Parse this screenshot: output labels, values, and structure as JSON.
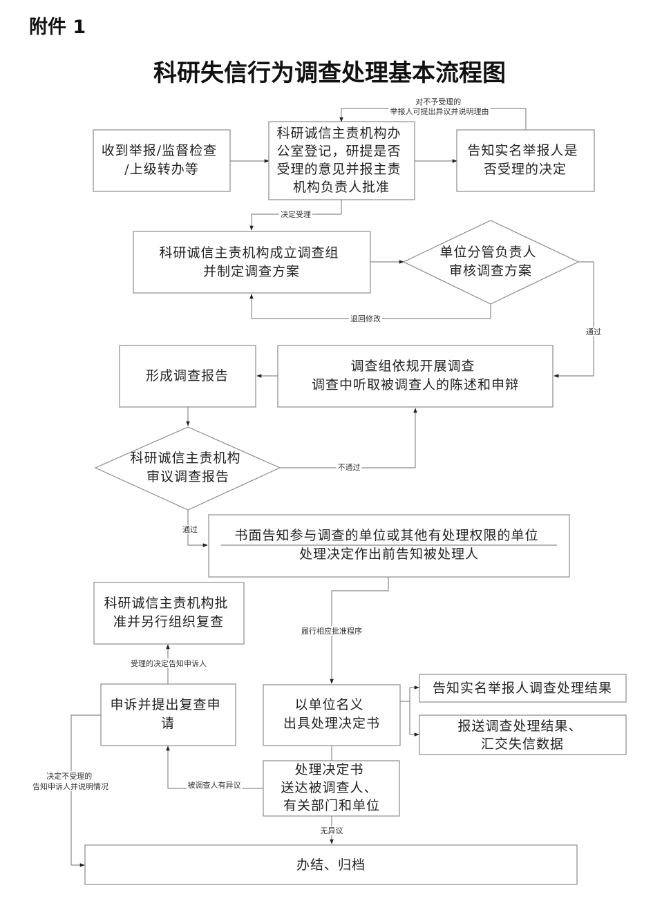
{
  "attachment_label": "附件 1",
  "title": "科研失信行为调查处理基本流程图",
  "nodes": {
    "receive": [
      "收到举报/监督检查",
      "/上级转办等"
    ],
    "register": [
      "科研诚信主责机构办",
      "公室登记，研提是否",
      "受理的意见并报主责",
      "机构负责人批准"
    ],
    "notify_decision": [
      "告知实名举报人是",
      "否受理的决定"
    ],
    "form_group": [
      "科研诚信主责机构成立调查组",
      "并制定调查方案"
    ],
    "review_plan": [
      "单位分管负责人",
      "审核调查方案"
    ],
    "investigate": [
      "调查组依规开展调查",
      "调查中听取被调查人的陈述和申辩"
    ],
    "report": [
      "形成调查报告"
    ],
    "review_report": [
      "科研诚信主责机构",
      "审议调查报告"
    ],
    "written_notice": [
      "书面告知参与调查的单位或其他有处理权限的单位",
      "处理决定作出前告知被处理人"
    ],
    "reinvestigate": [
      "科研诚信主责机构批",
      "准并另行组织复查"
    ],
    "appeal": [
      "申诉并提出复查申",
      "请"
    ],
    "issue_decision": [
      "以单位名义",
      "出具处理决定书"
    ],
    "notify_result": [
      "告知实名举报人调查处理结果"
    ],
    "report_result": [
      "报送调查处理结果、",
      "汇交失信数据"
    ],
    "deliver": [
      "处理决定书",
      "送达被调查人、",
      "有关部门和单位"
    ],
    "close": [
      "办结、归档"
    ]
  },
  "edge_labels": {
    "objection": [
      "对不予受理的",
      "举报人可提出异议并说明理由"
    ],
    "accepted": "决定受理",
    "returned": "退回修改",
    "passed_plan": "通过",
    "not_passed": "不通过",
    "passed_report": "通过",
    "approval_procedure": "履行相应批准程序",
    "appeal_accepted": "受理的决定告知申诉人",
    "has_objection": "被调查人有异议",
    "no_objection": "无异议",
    "appeal_rejected": [
      "决定不受理的",
      "告知申诉人并说明情况"
    ]
  }
}
